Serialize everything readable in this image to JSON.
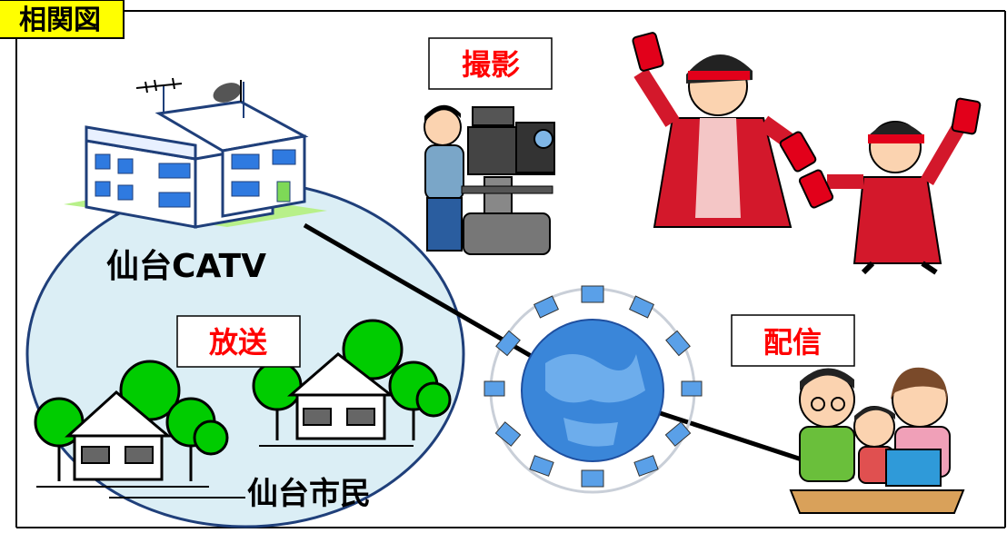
{
  "title_tag": "相関図",
  "labels": {
    "station": "仙台CATV",
    "residents": "仙台市民",
    "shooting": "撮影",
    "broadcast": "放送",
    "delivery": "配信"
  },
  "colors": {
    "title_tag_bg": "#ffff00",
    "label_text": "#ff0000",
    "coverage_area": "#dbeef5",
    "tree": "#00cc00",
    "globe": "#3a86d9"
  }
}
